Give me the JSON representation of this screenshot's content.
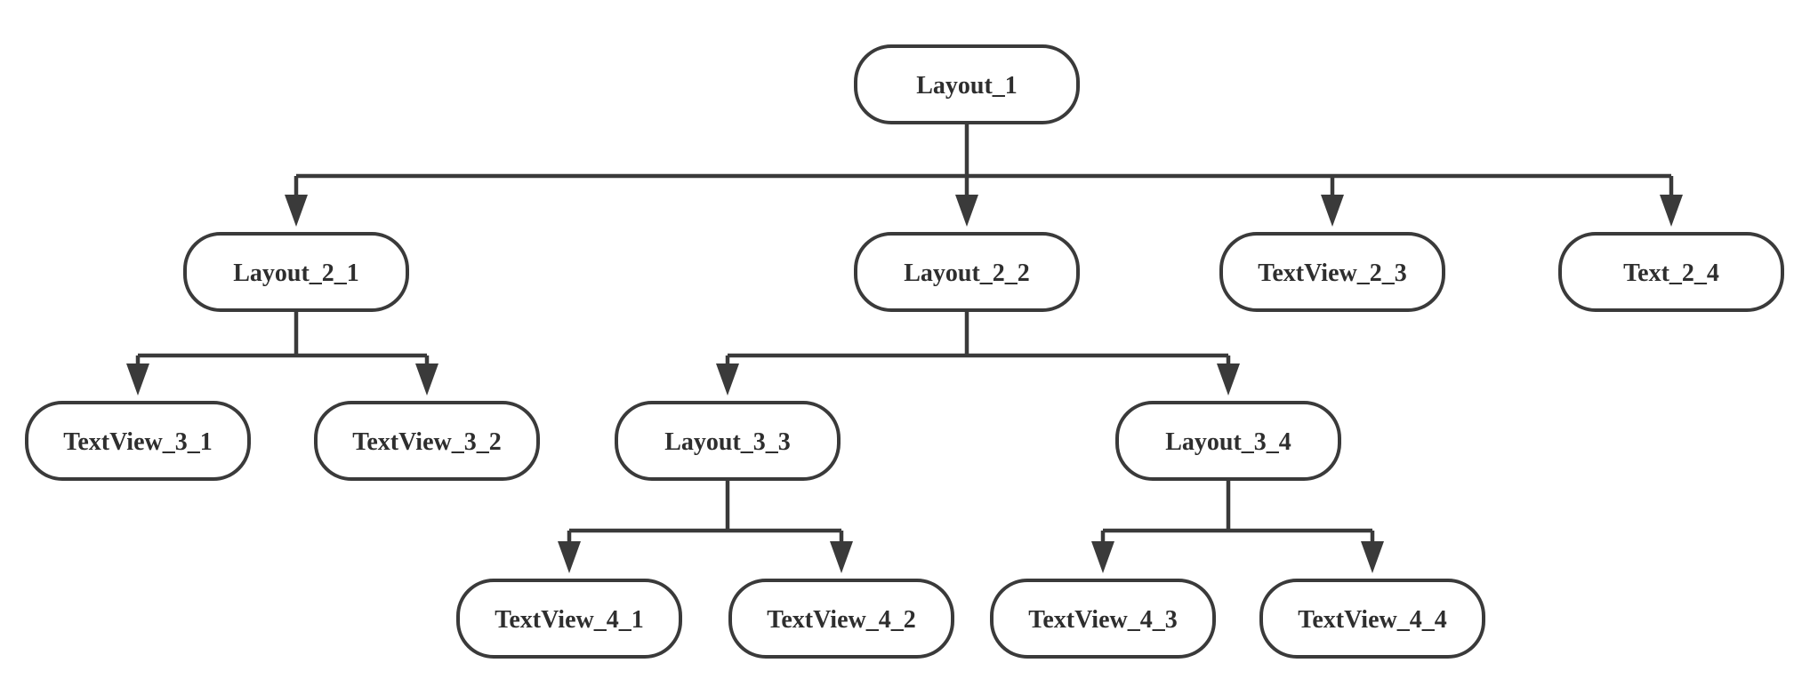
{
  "diagram": {
    "type": "tree",
    "nodes": [
      {
        "id": "layout_1",
        "label": "Layout_1",
        "parent": null
      },
      {
        "id": "layout_2_1",
        "label": "Layout_2_1",
        "parent": "layout_1"
      },
      {
        "id": "layout_2_2",
        "label": "Layout_2_2",
        "parent": "layout_1"
      },
      {
        "id": "textview_2_3",
        "label": "TextView_2_3",
        "parent": "layout_1"
      },
      {
        "id": "text_2_4",
        "label": "Text_2_4",
        "parent": "layout_1"
      },
      {
        "id": "textview_3_1",
        "label": "TextView_3_1",
        "parent": "layout_2_1"
      },
      {
        "id": "textview_3_2",
        "label": "TextView_3_2",
        "parent": "layout_2_1"
      },
      {
        "id": "layout_3_3",
        "label": "Layout_3_3",
        "parent": "layout_2_2"
      },
      {
        "id": "layout_3_4",
        "label": "Layout_3_4",
        "parent": "layout_2_2"
      },
      {
        "id": "textview_4_1",
        "label": "TextView_4_1",
        "parent": "layout_3_3"
      },
      {
        "id": "textview_4_2",
        "label": "TextView_4_2",
        "parent": "layout_3_3"
      },
      {
        "id": "textview_4_3",
        "label": "TextView_4_3",
        "parent": "layout_3_4"
      },
      {
        "id": "textview_4_4",
        "label": "TextView_4_4",
        "parent": "layout_3_4"
      }
    ]
  },
  "colors": {
    "stroke": "#3a3a3a",
    "text": "#2e2e2e",
    "fill": "#ffffff",
    "background": "#ffffff"
  }
}
